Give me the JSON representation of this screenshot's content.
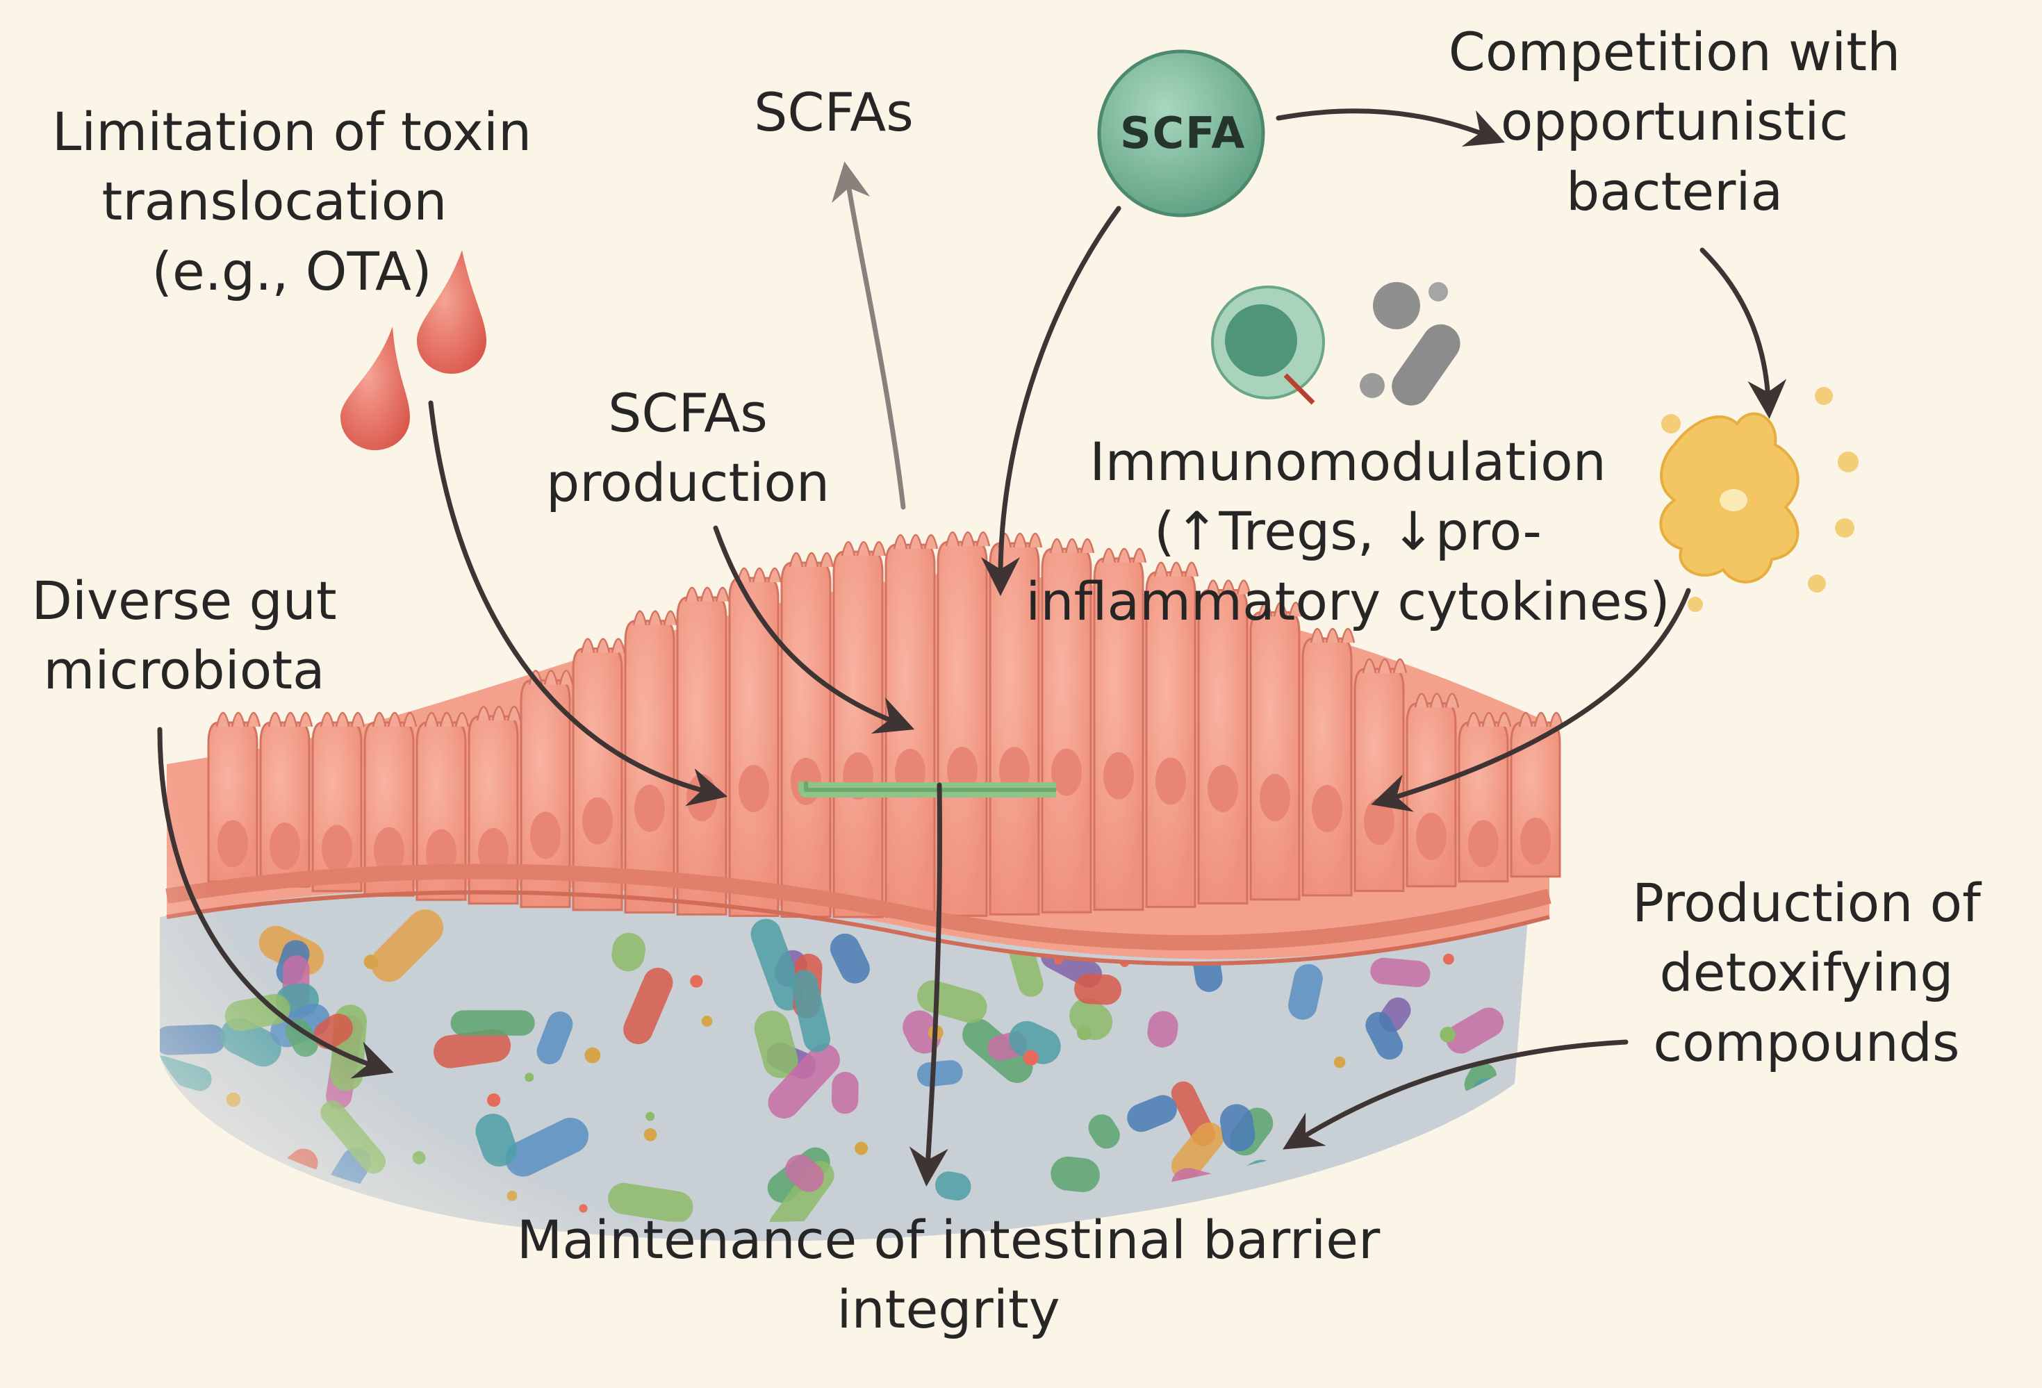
{
  "labels": {
    "toxin": [
      "Limitation of toxin",
      "translocation",
      "(e.g., OTA)"
    ],
    "scfas": "SCFAs",
    "scfa_badge": "SCFA",
    "competition": [
      "Competition with",
      "opportunistic",
      "bacteria"
    ],
    "scfa_production": [
      "SCFAs",
      "production"
    ],
    "immuno": [
      "Immunomodulation",
      "(↑Tregs, ↓pro-",
      "inflammatory cytokines)"
    ],
    "microbiota": [
      "Diverse gut",
      "microbiota"
    ],
    "detox": [
      "Production of",
      "detoxifying",
      "compounds"
    ],
    "barrier": [
      "Maintenance of intestinal barrier",
      "integrity"
    ]
  },
  "icons": [
    "toxin-droplet-icon",
    "scfa-molecule-icon",
    "immune-cell-icon",
    "pathogen-bacterium-icon",
    "tight-junction-icon"
  ],
  "colors": {
    "background": "#fbf5e8",
    "epithelium": "#f19a86",
    "epithelium_dark": "#d4735f",
    "lumen": "#c5ccd2",
    "scfa": "#74b396",
    "toxin": "#e2695a",
    "pathogen": "#f2c55e",
    "junction": "#8ec38a",
    "text": "#262626",
    "arrow": "#4a3f3d"
  }
}
